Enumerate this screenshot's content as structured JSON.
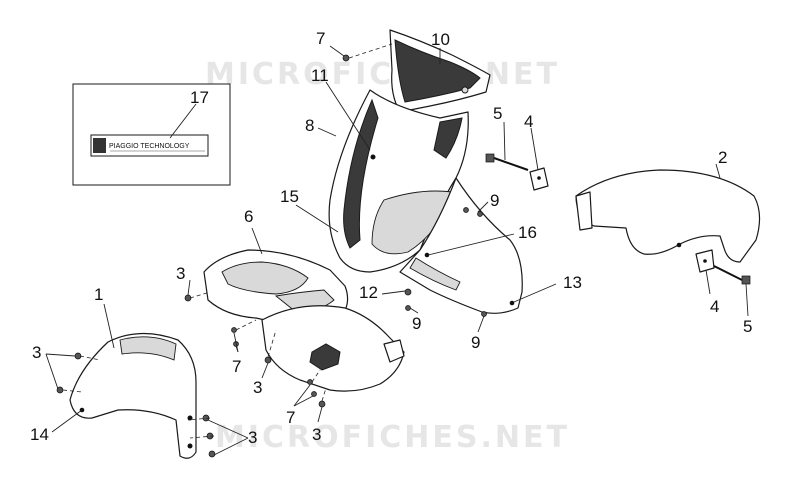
{
  "watermarks": [
    "MICROFICHES.NET",
    "MICROFICHES.NET"
  ],
  "sticker": {
    "text": "PIAGGIO TECHNOLOGY"
  },
  "labels": [
    "1",
    "2",
    "3",
    "3",
    "3",
    "3",
    "3",
    "4",
    "4",
    "5",
    "5",
    "6",
    "7",
    "7",
    "7",
    "8",
    "9",
    "9",
    "9",
    "10",
    "11",
    "12",
    "13",
    "14",
    "15",
    "16",
    "17"
  ]
}
